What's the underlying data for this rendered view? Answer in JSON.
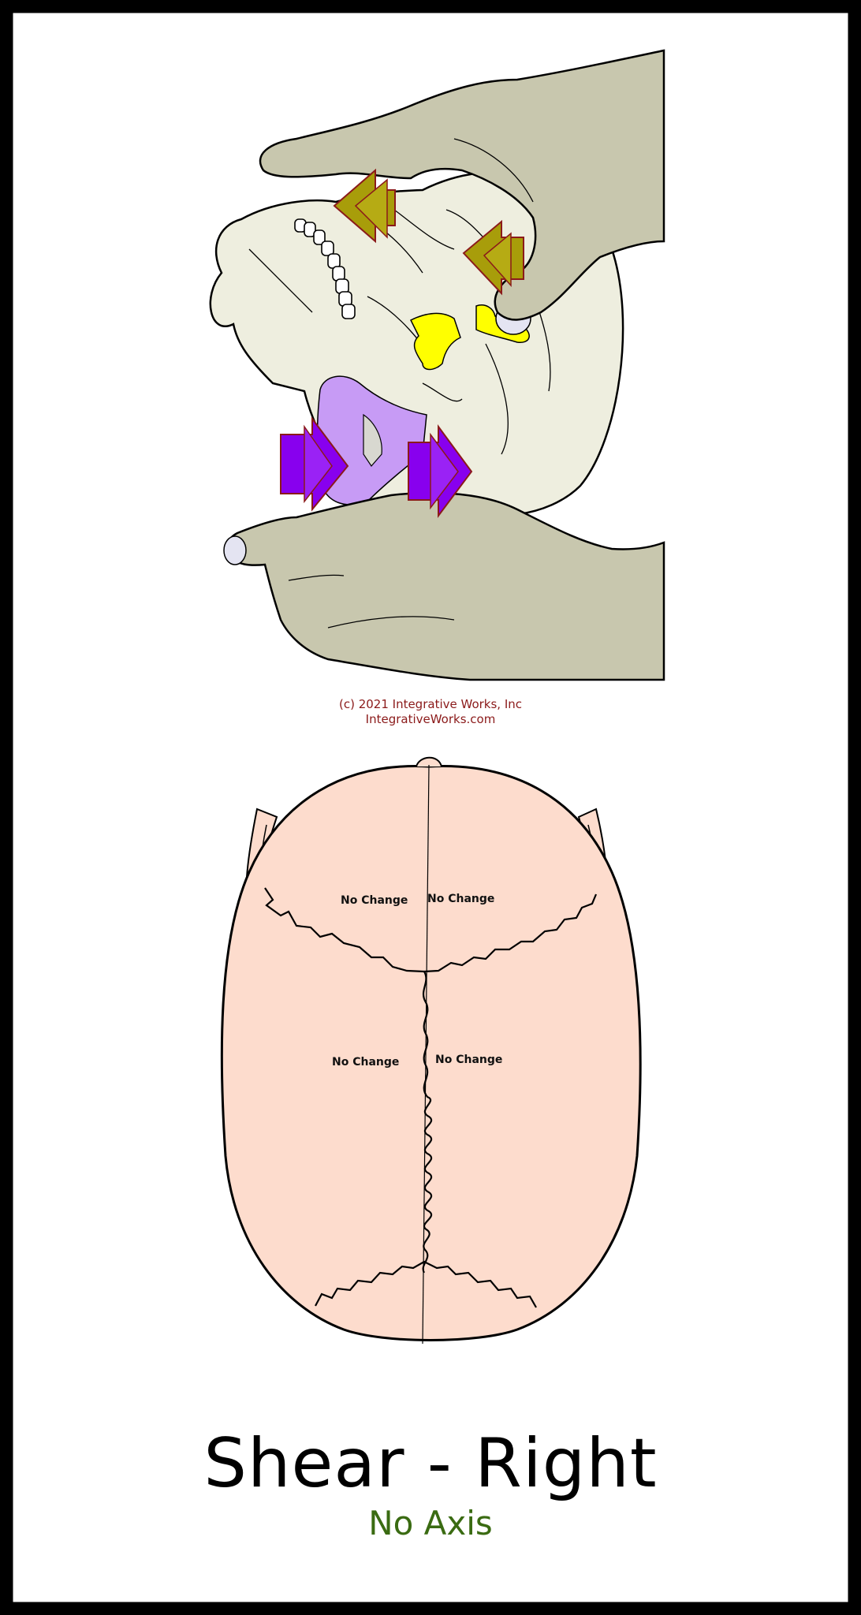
{
  "copyright": {
    "line1": "(c) 2021 Integrative Works, Inc",
    "line2": "IntegrativeWorks.com"
  },
  "regions": {
    "frontal_left": "No Change",
    "frontal_right": "No Change",
    "parietal_left": "No Change",
    "parietal_right": "No Change"
  },
  "title": "Shear - Right",
  "subtitle": "No Axis",
  "colors": {
    "hand": "#c8c7ae",
    "bone": "#eeeedf",
    "sphenoid_highlight": "#ffff00",
    "occiput_highlight": "#c79bf5",
    "arrow_olive": "#a89d0a",
    "arrow_purple": "#8800ee",
    "skull_top": "#fddccd",
    "subtitle": "#3a6b12"
  },
  "icons": [
    "arrow-left-icon",
    "arrow-right-icon"
  ]
}
